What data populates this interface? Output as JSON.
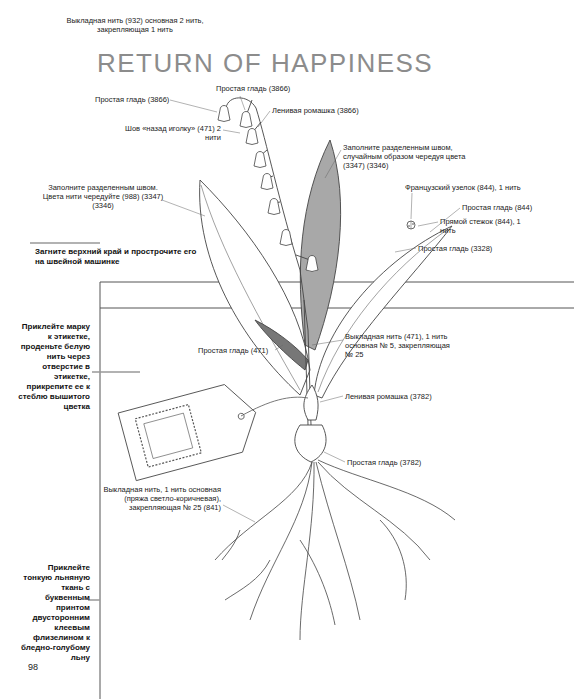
{
  "diagram": {
    "title": "RETURN OF HAPPINESS",
    "labels": [
      "Выкладная нить (932) основная 2 нить, закрепляющая 1 нить",
      "Простая гладь (3866)",
      "Простая гладь (3866)",
      "Ленивая ромашка (3866)",
      "Шов «назад иголку» (471) 2 нити",
      "Заполните разделенным швом, случайным образом чередуя цвета (3347) (3346)",
      "Заполните разделенным швом. Цвета нити чередуйте (988) (3347) (3346)",
      "Французский узелок (844), 1 нить",
      "Простая гладь (844)",
      "Прямой стежок (844), 1 нить",
      "Простая гладь (3328)",
      "Загните верхний край и прострочите его на швейной машинке",
      "Приклейте марку к этикетке, проденьте белую нить через отверстие в этикетке, прикрепите ее к стеблю вышитого цветка",
      "Выкладная нить (471), 1 нить основная № 5, закрепляющая № 25",
      "Простая гладь (471)",
      "Ленивая ромашка (3782)",
      "Простая гладь (3782)",
      "Выкладная нить, 1 нить основная (пряжа светло-коричневая), закрепляющая № 25 (841)",
      "Приклейте тонкую льняную ткань с буквенным принтом двусторонним клеевым флизелином к бледно-голубому льну",
      "98"
    ]
  }
}
